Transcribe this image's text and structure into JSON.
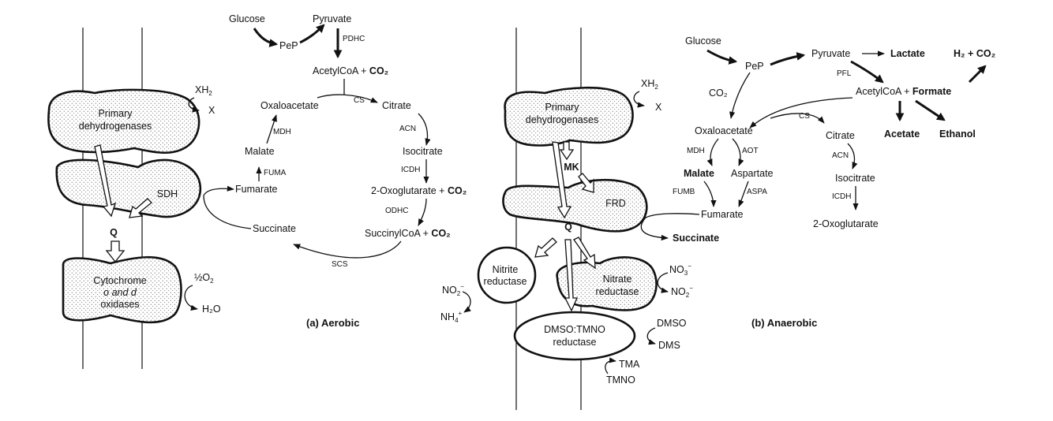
{
  "aerobic": {
    "caption": "(a) Aerobic",
    "membrane": {
      "primary_dh": [
        "Primary",
        "dehydrogenases"
      ],
      "sdh": "SDH",
      "q": "Q",
      "cytochrome": [
        "Cytochrome",
        "o and d",
        "oxidases"
      ],
      "xh2": "XH",
      "xh2_sub": "2",
      "x": "X",
      "o2_prefix": "½O",
      "o2_sub": "2",
      "h2o": "H₂O"
    },
    "pathway": {
      "glucose": "Glucose",
      "pep": "PeP",
      "pyruvate": "Pyruvate",
      "pdhc": "PDHC",
      "acetylcoa": "AcetylCoA + ",
      "co2": "CO₂",
      "cs": "CS",
      "citrate": "Citrate",
      "acn": "ACN",
      "isocitrate": "Isocitrate",
      "icdh": "ICDH",
      "oxoglutarate": "2-Oxoglutarate + ",
      "odhc": "ODHC",
      "succinylcoa": "SuccinylCoA + ",
      "scs": "SCS",
      "succinate": "Succinate",
      "fumarate": "Fumarate",
      "fuma": "FUMA",
      "malate": "Malate",
      "mdh": "MDH",
      "oxaloacetate": "Oxaloacetate"
    }
  },
  "anaerobic": {
    "caption": "(b) Anaerobic",
    "membrane": {
      "primary_dh": [
        "Primary",
        "dehydrogenases"
      ],
      "mk": "MK",
      "frd": "FRD",
      "q": "Q",
      "nitrite_red": [
        "Nitrite",
        "reductase"
      ],
      "nitrate_red": [
        "Nitrate",
        "reductase"
      ],
      "dmso_red": [
        "DMSO:TMNO",
        "reductase"
      ],
      "xh2": "XH",
      "xh2_sub": "2",
      "x": "X",
      "no3": "NO",
      "no3_sub": "3",
      "no3_sup": "−",
      "no2": "NO",
      "no2_sub": "2",
      "no2_sup": "−",
      "nh4": "NH",
      "nh4_sub": "4",
      "nh4_sup": "+",
      "dmso": "DMSO",
      "dms": "DMS",
      "tma": "TMA",
      "tmno": "TMNO"
    },
    "pathway": {
      "glucose": "Glucose",
      "pep": "PeP",
      "pyruvate": "Pyruvate",
      "lactate": "Lactate",
      "h2co2": "H₂ + CO₂",
      "pfl": "PFL",
      "acetylcoa": "AcetylCoA + ",
      "formate": "Formate",
      "co2": "CO₂",
      "cs": "CS",
      "oxaloacetate": "Oxaloacetate",
      "citrate": "Citrate",
      "mdh": "MDH",
      "aot": "AOT",
      "acetate": "Acetate",
      "ethanol": "Ethanol",
      "acn": "ACN",
      "malate": "Malate",
      "aspartate": "Aspartate",
      "isocitrate": "Isocitrate",
      "fumb": "FUMB",
      "aspa": "ASPA",
      "icdh": "ICDH",
      "fumarate": "Fumarate",
      "oxoglutarate": "2-Oxoglutarate",
      "succinate": "Succinate"
    }
  }
}
